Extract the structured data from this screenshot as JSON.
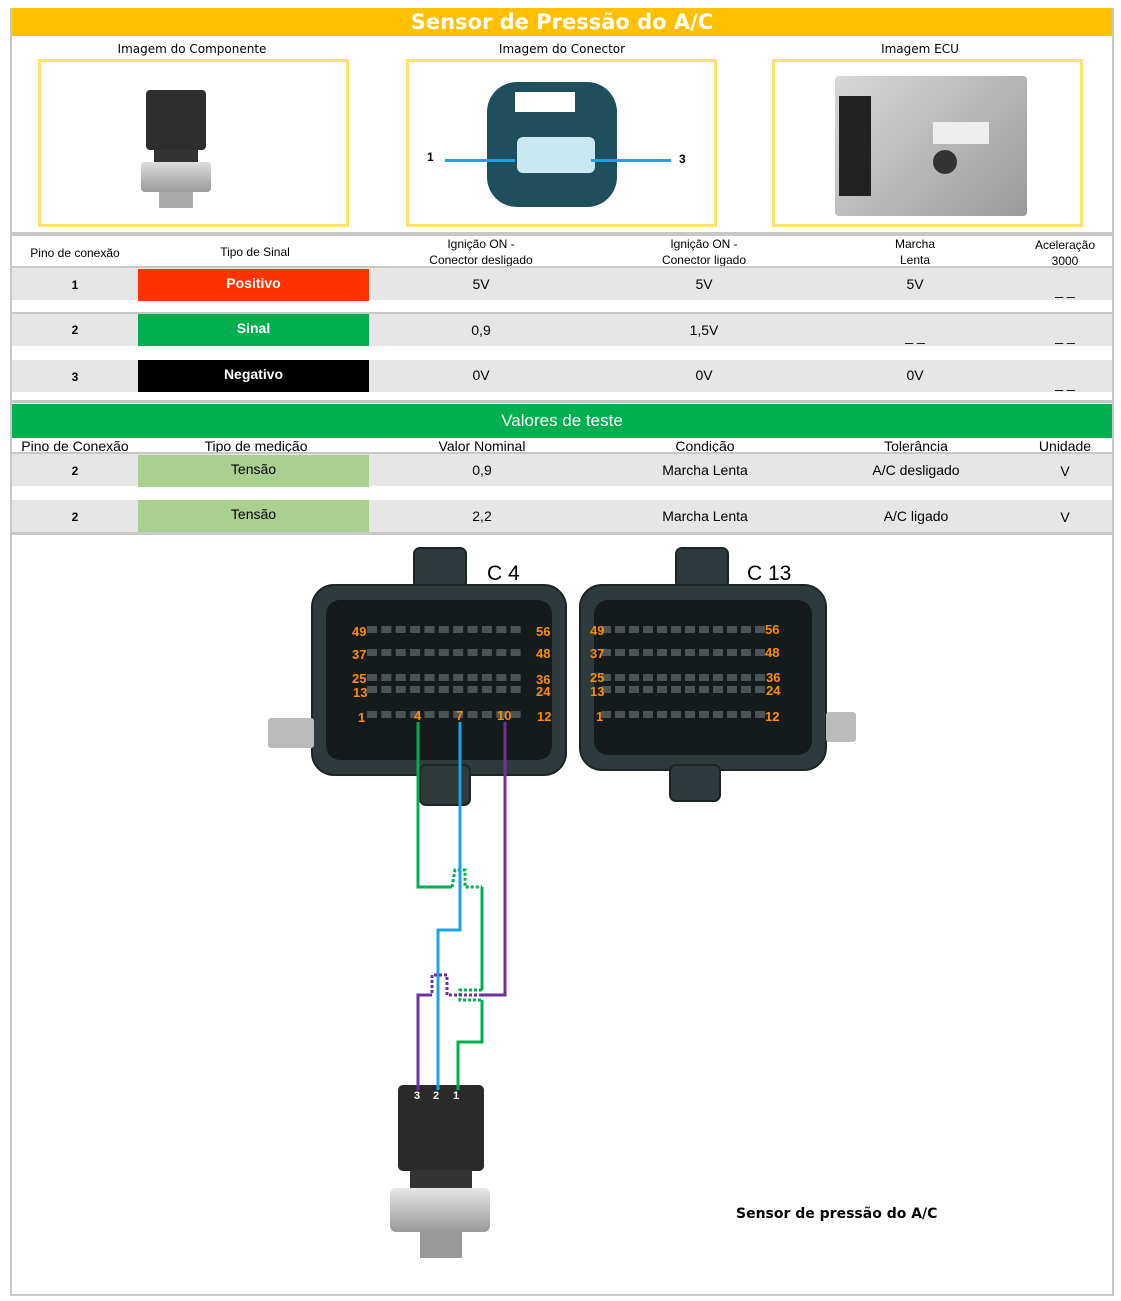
{
  "title": "Sensor de Pressão do A/C",
  "images": {
    "component": "Imagem do Componente",
    "connector": "Imagem do Conector",
    "ecu": "Imagem ECU",
    "connector_pin_left": "1",
    "connector_pin_right": "3"
  },
  "signal_table": {
    "headers": [
      "Pino de conexão",
      "Tipo de Sinal",
      "Ignição ON -\nConector desligado",
      "Ignição ON -\nConector ligado",
      "Marcha\nLenta",
      "Aceleração\n3000"
    ],
    "rows": [
      {
        "pin": "1",
        "type": "Positivo",
        "color": "#ff3300",
        "ign_off": "5V",
        "ign_on": "5V",
        "idle": "5V",
        "accel": "_ _"
      },
      {
        "pin": "2",
        "type": "Sinal",
        "color": "#00b050",
        "ign_off": "0,9",
        "ign_on": "1,5V",
        "idle": "_ _",
        "accel": "_ _"
      },
      {
        "pin": "3",
        "type": "Negativo",
        "color": "#000000",
        "ign_off": "0V",
        "ign_on": "0V",
        "idle": "0V",
        "accel": "_ _"
      }
    ]
  },
  "test_values": {
    "title": "Valores de teste",
    "headers": [
      "Pino de Conexão",
      "Tipo de medição",
      "Valor Nominal",
      "Condição",
      "Tolerância",
      "Unidade"
    ],
    "rows": [
      {
        "pin": "2",
        "type": "Tensão",
        "nominal": "0,9",
        "condition": "Marcha Lenta",
        "tolerance": "A/C desligado",
        "unit": "V"
      },
      {
        "pin": "2",
        "type": "Tensão",
        "nominal": "2,2",
        "condition": "Marcha Lenta",
        "tolerance": "A/C ligado",
        "unit": "V"
      }
    ]
  },
  "diagram": {
    "connector_c4": "C 4",
    "connector_c13": "C 13",
    "pin_labels": [
      "49",
      "56",
      "37",
      "48",
      "25",
      "36",
      "13",
      "24",
      "1",
      "12"
    ],
    "c4_wired_pins": [
      "4",
      "7",
      "10"
    ],
    "sensor_pins": [
      "3",
      "2",
      "1"
    ],
    "caption": "Sensor de pressão do A/C",
    "wire_colors": {
      "green": "#00b050",
      "blue": "#1aa3e8",
      "purple": "#7030a0"
    }
  }
}
